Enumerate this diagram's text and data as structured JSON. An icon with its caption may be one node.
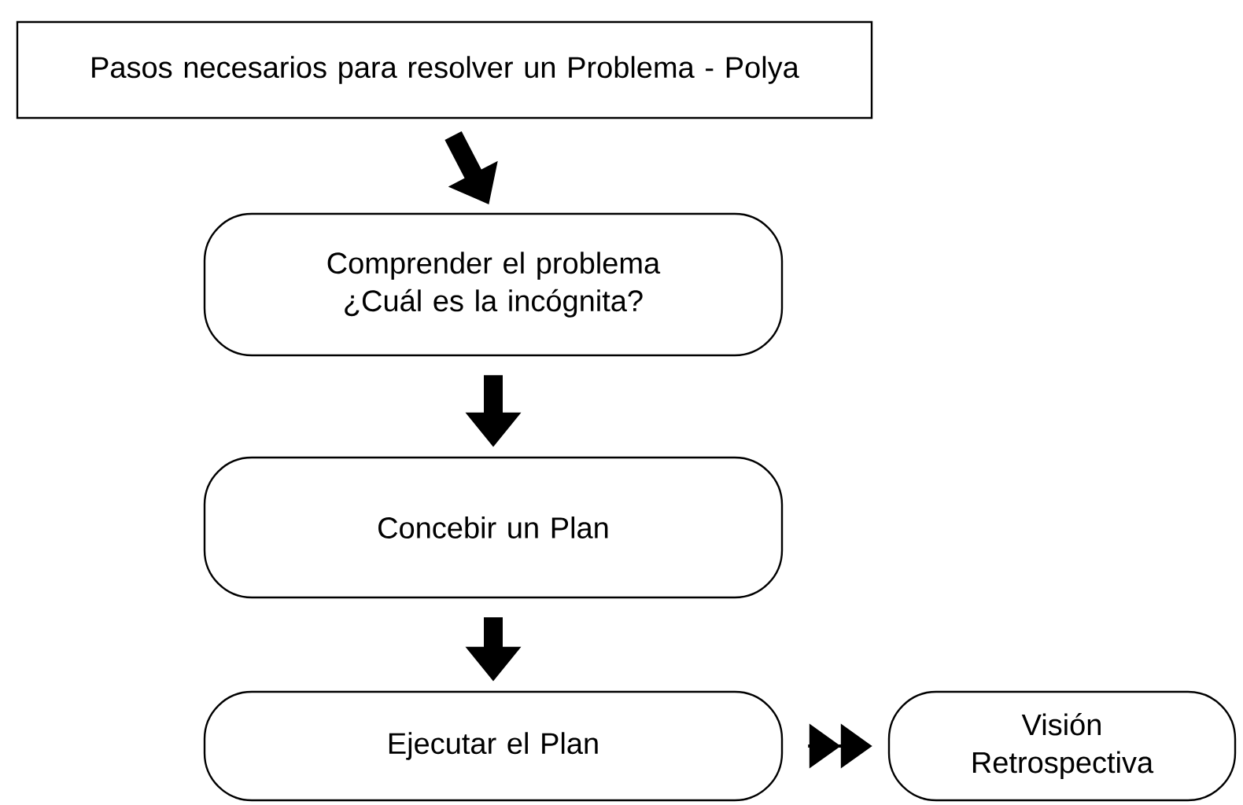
{
  "diagram": {
    "nodes": [
      {
        "text": [
          "Pasos necesarios para resolver un Problema - Polya"
        ]
      },
      {
        "text": [
          "Comprender el problema ¿Cuál es la incógnita?"
        ]
      },
      {
        "text": [
          "Concebir un Plan"
        ]
      },
      {
        "text": [
          "Ejecutar el Plan"
        ]
      },
      {
        "text": [
          "Visión Retrospectiva"
        ]
      }
    ],
    "edges": [
      {
        "from": 0,
        "to": 1,
        "arrow": "to"
      },
      {
        "from": 1,
        "to": 2,
        "arrow": "to"
      },
      {
        "from": 2,
        "to": 3,
        "arrow": "to"
      },
      {
        "from": 3,
        "to": 4,
        "arrow": "to"
      }
    ]
  }
}
